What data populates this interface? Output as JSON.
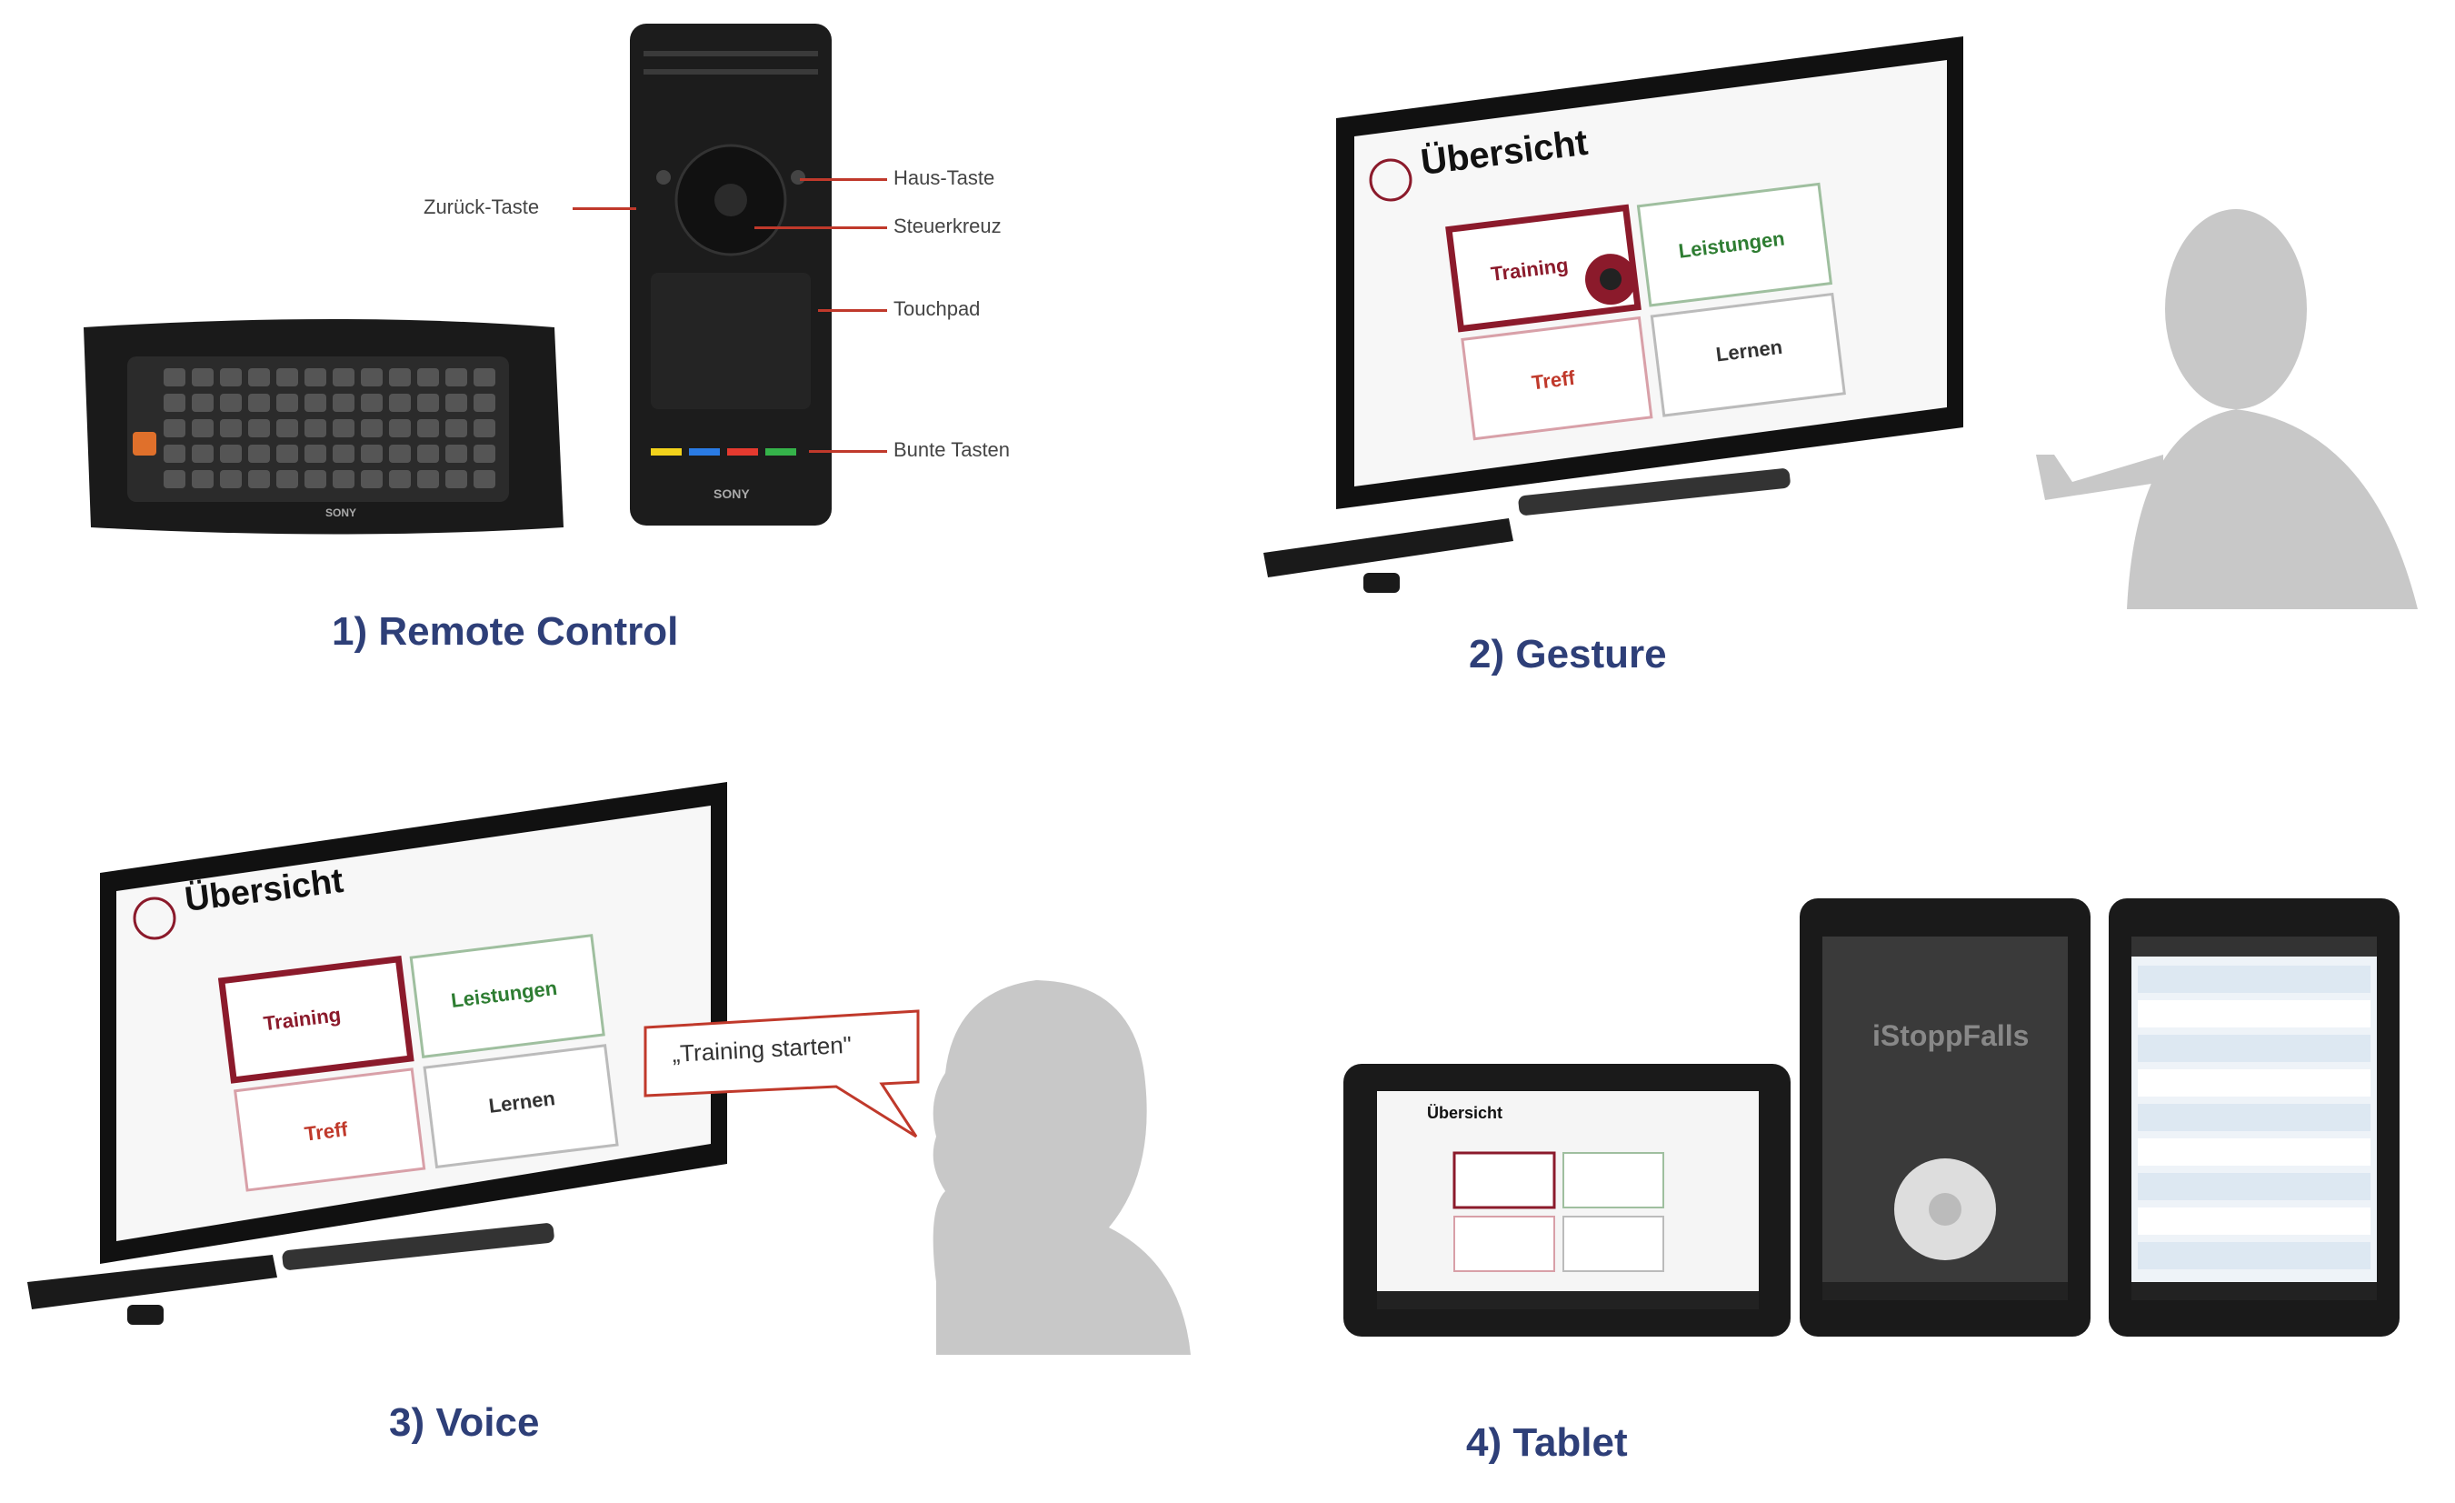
{
  "captions": {
    "remote": "1) Remote Control",
    "gesture": "2) Gesture",
    "voice": "3) Voice",
    "tablet": "4) Tablet"
  },
  "remote_labels": {
    "back": "Zurück-Taste",
    "home": "Haus-Taste",
    "dpad": "Steuerkreuz",
    "touchpad": "Touchpad",
    "color_keys": "Bunte Tasten"
  },
  "brand": "SONY",
  "screen": {
    "title": "Übersicht",
    "tiles": [
      "Training",
      "Leistungen",
      "Treff",
      "Lernen"
    ]
  },
  "speech": "„Training starten\"",
  "logo_text": "iStoppFalls",
  "colors": {
    "caption": "#2e3f78",
    "accent_red": "#8b1a2b",
    "accent_green": "#2e7d32",
    "callout_line": "#c0392b",
    "silhouette": "#c8c8c8"
  }
}
